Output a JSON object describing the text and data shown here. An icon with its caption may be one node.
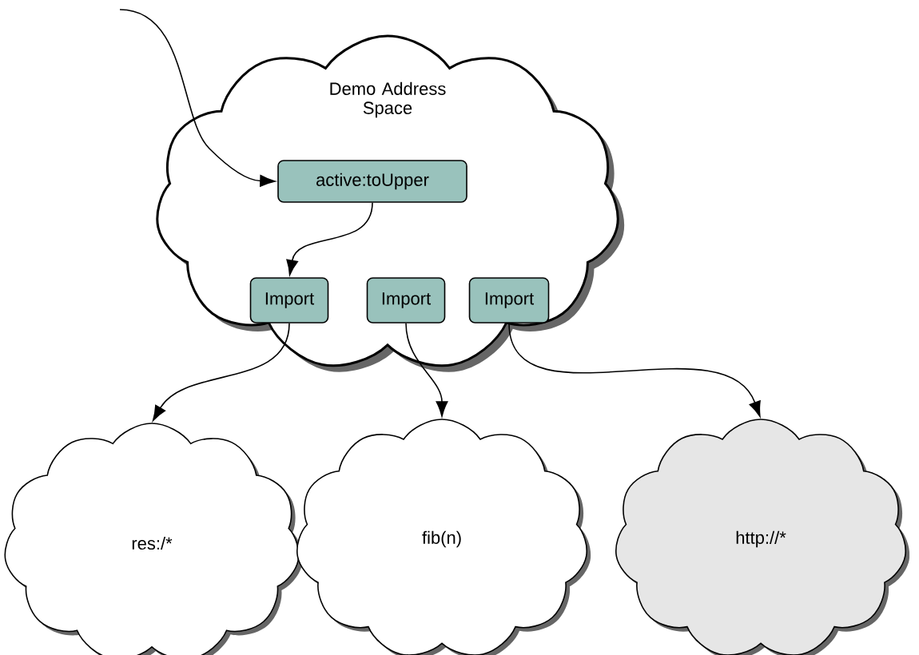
{
  "diagram": {
    "nodes": [
      {
        "text": [
          "Demo Address Space"
        ]
      },
      {
        "text": [
          "active:toUpper"
        ],
        "in": 0
      },
      {
        "text": [
          "Import"
        ],
        "in": 0
      },
      {
        "text": [
          "Import"
        ],
        "in": 0
      },
      {
        "text": [
          "Import"
        ],
        "in": 0
      },
      {
        "text": [
          "res:/*"
        ]
      },
      {
        "text": [
          "fib(n)"
        ]
      },
      {
        "text": [
          "http://*"
        ]
      }
    ],
    "edges": [
      {
        "from": null,
        "to": 1,
        "arrow": "to"
      },
      {
        "from": 1,
        "to": 2,
        "arrow": "to"
      },
      {
        "from": 2,
        "to": 5,
        "arrow": "to"
      },
      {
        "from": 3,
        "to": 6,
        "arrow": "to"
      },
      {
        "from": 4,
        "to": 7,
        "arrow": "to"
      }
    ]
  }
}
